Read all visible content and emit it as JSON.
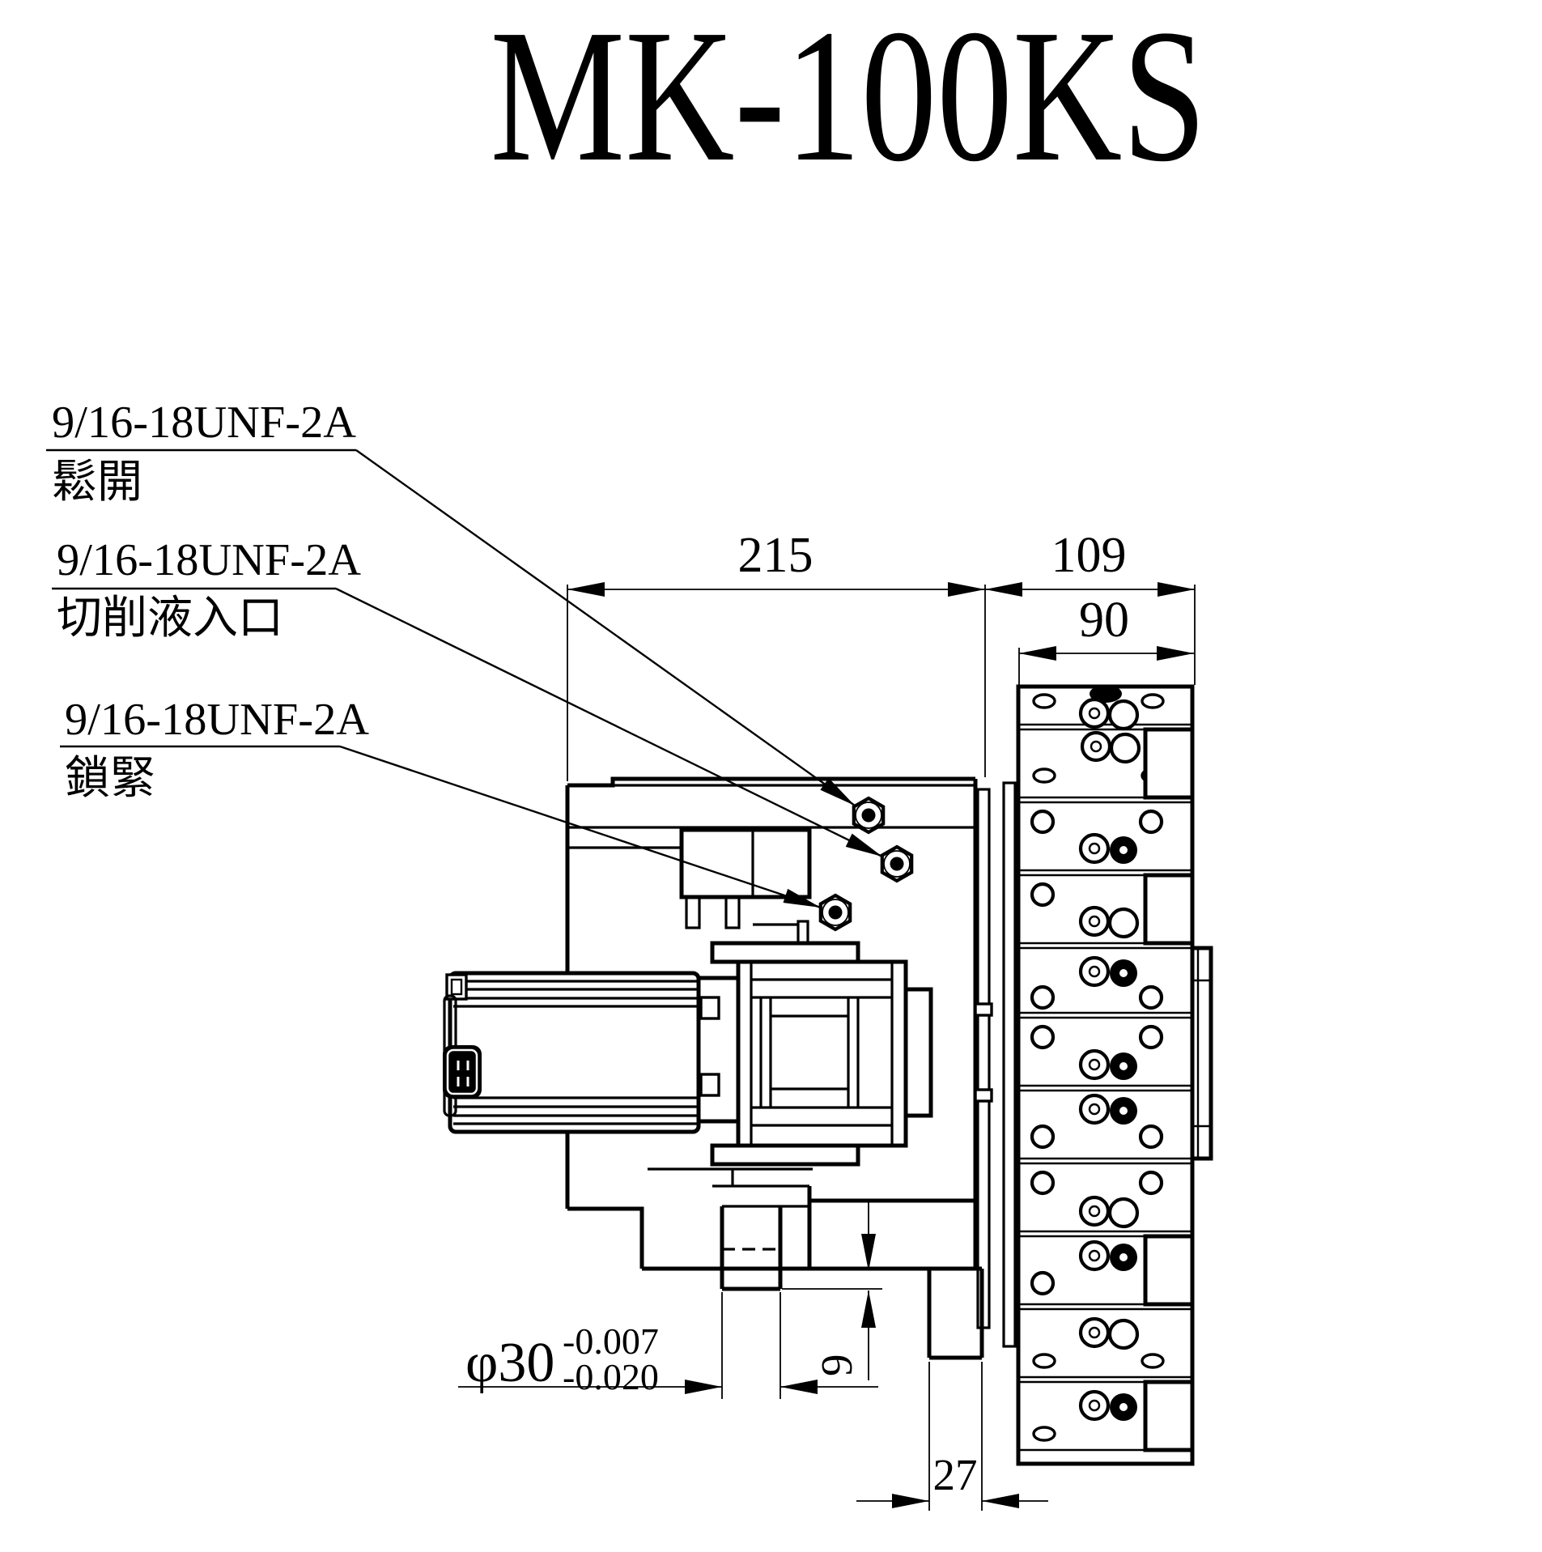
{
  "title": "MK-100KS",
  "labels": {
    "loosen": {
      "thread": "9/16-18UNF-2A",
      "name": "鬆開"
    },
    "coolant": {
      "thread": "9/16-18UNF-2A",
      "name": "切削液入口"
    },
    "lock": {
      "thread": "9/16-18UNF-2A",
      "name": "鎖緊"
    }
  },
  "dimensions": {
    "body_width": "215",
    "spindle_total": "109",
    "disc_face": "90",
    "spigot_dia": "φ30",
    "spigot_tol_upper": "-0.007",
    "spigot_tol_lower": "-0.020",
    "step_height": "9",
    "flange_offset": "27"
  },
  "colors": {
    "line": "#000000",
    "background": "#ffffff"
  }
}
